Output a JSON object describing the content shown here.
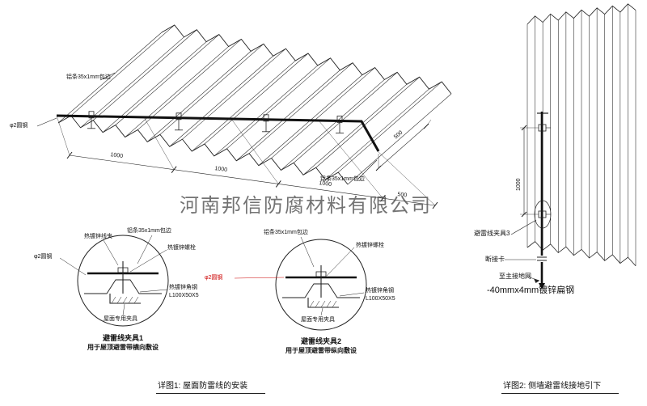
{
  "watermark": "河南邦信防腐材料有限公司",
  "colors": {
    "line": "#222222",
    "wire": "#111111",
    "accent_red": "#cc0000",
    "watermark_gray": "#505050"
  },
  "main": {
    "label_alu_top": "铝条35x1mm包边",
    "label_rod": "φ2圆钢",
    "label_alu_right": "铝条35x1mm包边",
    "dims_bottom": [
      "1000",
      "1000",
      "1000",
      "500"
    ],
    "dim_right": "500",
    "caption": "详图1: 屋面防雷线的安装"
  },
  "detail1": {
    "title": "避雷线夹具1",
    "subtitle": "用于屋顶避雷带横向敷设",
    "labels": {
      "clip": "热镀锌线夹",
      "alu": "铝条35x1mm包边",
      "bolt": "热镀锌螺栓",
      "rod": "φ2圆钢",
      "angle": "热镀锌角钢",
      "angle_size": "L100X50X5",
      "fixture": "屋面专用夹具"
    }
  },
  "detail2": {
    "title": "避雷线夹具2",
    "subtitle": "用于屋顶避雷带纵向敷设",
    "labels": {
      "alu": "铝条35x1mm包边",
      "bolt": "热镀锌螺栓",
      "rod": "φ2圆钢",
      "angle": "热镀锌角钢",
      "angle_size": "L100X50X5",
      "fixture": "屋面专用夹具"
    }
  },
  "wall": {
    "dim": "1000",
    "label_clamp3": "避雷线夹具3",
    "label_disconnect": "断接卡",
    "label_ground": "至主接地网",
    "label_flat_steel": "-40mmx4mm镀锌扁钢",
    "caption": "详图2: 侧墙避雷线接地引下"
  }
}
